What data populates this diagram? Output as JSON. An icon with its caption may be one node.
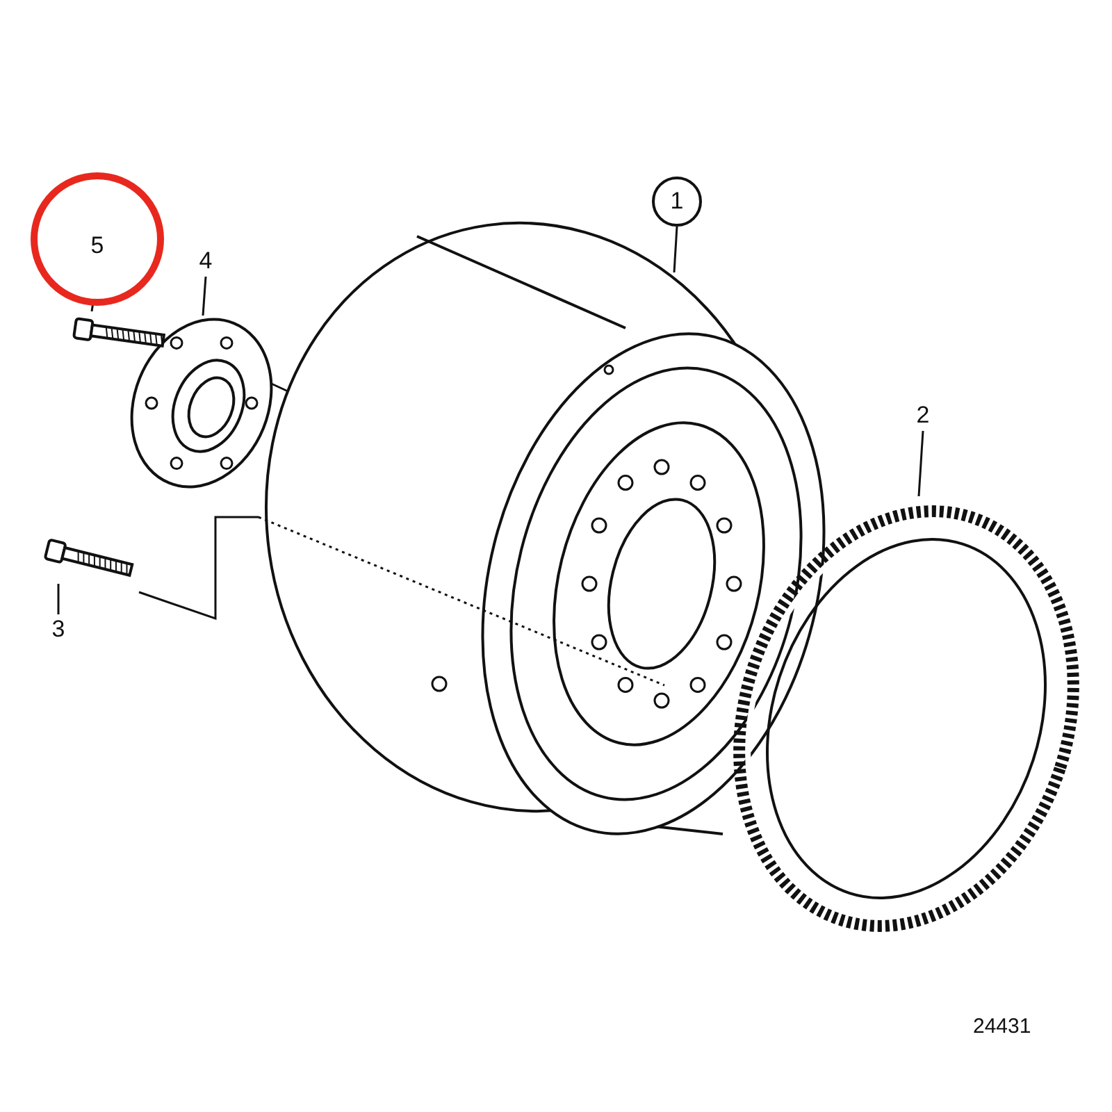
{
  "diagram": {
    "nodes": [
      {
        "text": [
          "1"
        ]
      },
      {
        "text": [],
        "shape": "picture"
      },
      {
        "text": [
          "2"
        ]
      },
      {
        "text": [],
        "shape": "picture"
      },
      {
        "text": [
          "3"
        ]
      },
      {
        "text": [],
        "shape": "picture"
      },
      {
        "text": [
          "4"
        ]
      },
      {
        "text": [],
        "shape": "picture"
      },
      {
        "text": [
          "5"
        ]
      },
      {
        "text": [],
        "shape": "picture"
      }
    ],
    "edges": [
      {
        "from": 0,
        "to": 1,
        "arrow": "none"
      },
      {
        "from": 2,
        "to": 3,
        "arrow": "none"
      },
      {
        "from": 4,
        "to": 5,
        "arrow": "none"
      },
      {
        "from": 6,
        "to": 7,
        "arrow": "none"
      },
      {
        "from": 8,
        "to": 9,
        "arrow": "none"
      },
      {
        "from": 5,
        "to": 1,
        "arrow": "none"
      },
      {
        "from": 7,
        "to": 1,
        "arrow": "none"
      }
    ],
    "labels": [
      "24431"
    ]
  }
}
